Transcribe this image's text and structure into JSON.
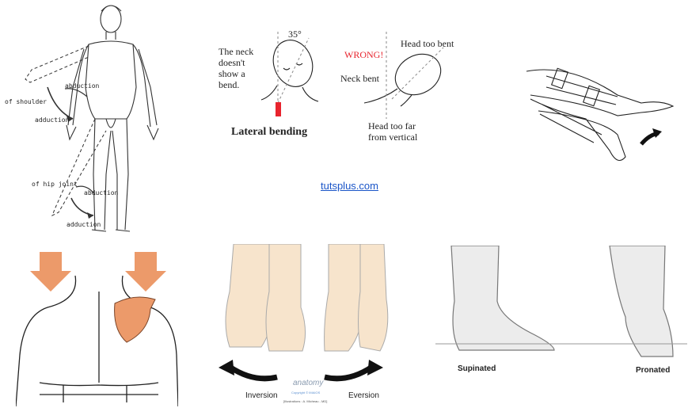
{
  "body_figure": {
    "labels": [
      "abduction",
      "of shoulder",
      "adduction",
      "of hip joint",
      "abduction",
      "adduction"
    ]
  },
  "neck_figure": {
    "angle": "35°",
    "left_note": [
      "The neck",
      "doesn't",
      "show a",
      "bend."
    ],
    "caption": "Lateral bending",
    "wrong": "WRONG!",
    "head_too_bent": "Head too bent",
    "neck_bent": "Neck bent",
    "head_far": [
      "Head too far",
      "from vertical"
    ]
  },
  "source_link": "tutsplus.com",
  "foot_figure": {
    "inversion": "Inversion",
    "eversion": "Eversion",
    "watermark": "anatomy",
    "copyright": "Copyright © IMAIOS",
    "illustrations": "[Illustrations : A. Micheau - MD]"
  },
  "posture_figure": {
    "supinated": "Supinated",
    "pronated": "Pronated"
  },
  "colors": {
    "accent_red": "#e8242e",
    "scapula_orange": "#ec9a6a",
    "link_blue": "#1a55c8",
    "skin": "#f7e4cc"
  }
}
